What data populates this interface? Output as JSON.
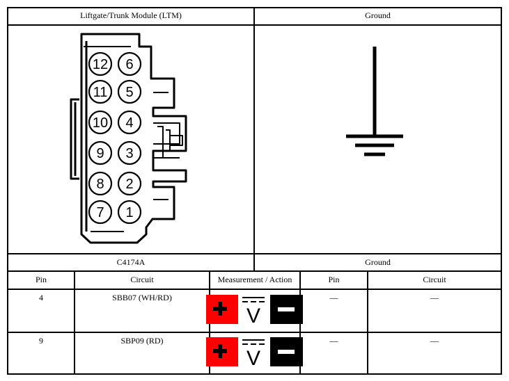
{
  "top": {
    "left_header": "Liftgate/Trunk Module (LTM)",
    "right_header": "Ground",
    "left_footer": "C4174A",
    "right_footer": "Ground"
  },
  "connector": {
    "pins_left_column": [
      "12",
      "11",
      "10",
      "9",
      "8",
      "7"
    ],
    "pins_right_column": [
      "6",
      "5",
      "4",
      "3",
      "2",
      "1"
    ]
  },
  "table": {
    "headers": [
      "Pin",
      "Circuit",
      "Measurement / Action",
      "Pin",
      "Circuit"
    ],
    "rows": [
      {
        "pin": "4",
        "circuit": "SBB07 (WH/RD)",
        "pin2": "—",
        "circuit2": "—"
      },
      {
        "pin": "9",
        "circuit": "SBP09 (RD)",
        "pin2": "—",
        "circuit2": "—"
      }
    ],
    "meter_symbol": "V",
    "plus_color": "#ff0000",
    "minus_color": "#000000"
  }
}
